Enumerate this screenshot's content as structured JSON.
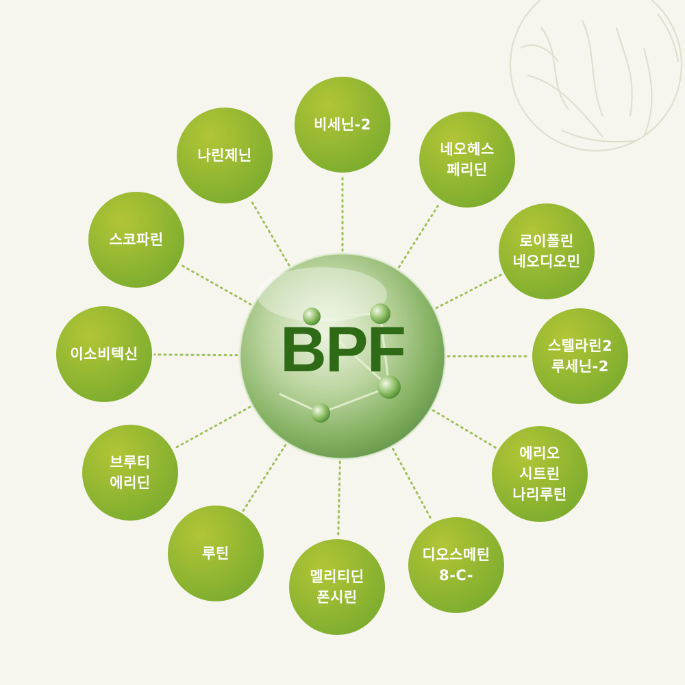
{
  "center": {
    "label": "BPF"
  },
  "colors": {
    "background": "#f6f5ee",
    "node_light": "#b2c536",
    "node_dark": "#6fa62c",
    "title": "#2f6b17",
    "dotted_line": "#9fbf5a"
  },
  "nodes": [
    {
      "lines": [
        "비세닌-2"
      ]
    },
    {
      "lines": [
        "네오헤스",
        "페리딘"
      ]
    },
    {
      "lines": [
        "로이폴린",
        "네오디오민"
      ]
    },
    {
      "lines": [
        "스텔라린2",
        "루세닌-2"
      ]
    },
    {
      "lines": [
        "에리오",
        "시트린",
        "나리루틴"
      ]
    },
    {
      "lines": [
        "디오스메틴",
        "8-C-"
      ]
    },
    {
      "lines": [
        "멜리티딘",
        "폰시린"
      ]
    },
    {
      "lines": [
        "루틴"
      ]
    },
    {
      "lines": [
        "브루티",
        "에리딘"
      ]
    },
    {
      "lines": [
        "이소비텍신"
      ]
    },
    {
      "lines": [
        "스코파린"
      ]
    },
    {
      "lines": [
        "나린제닌"
      ]
    }
  ]
}
